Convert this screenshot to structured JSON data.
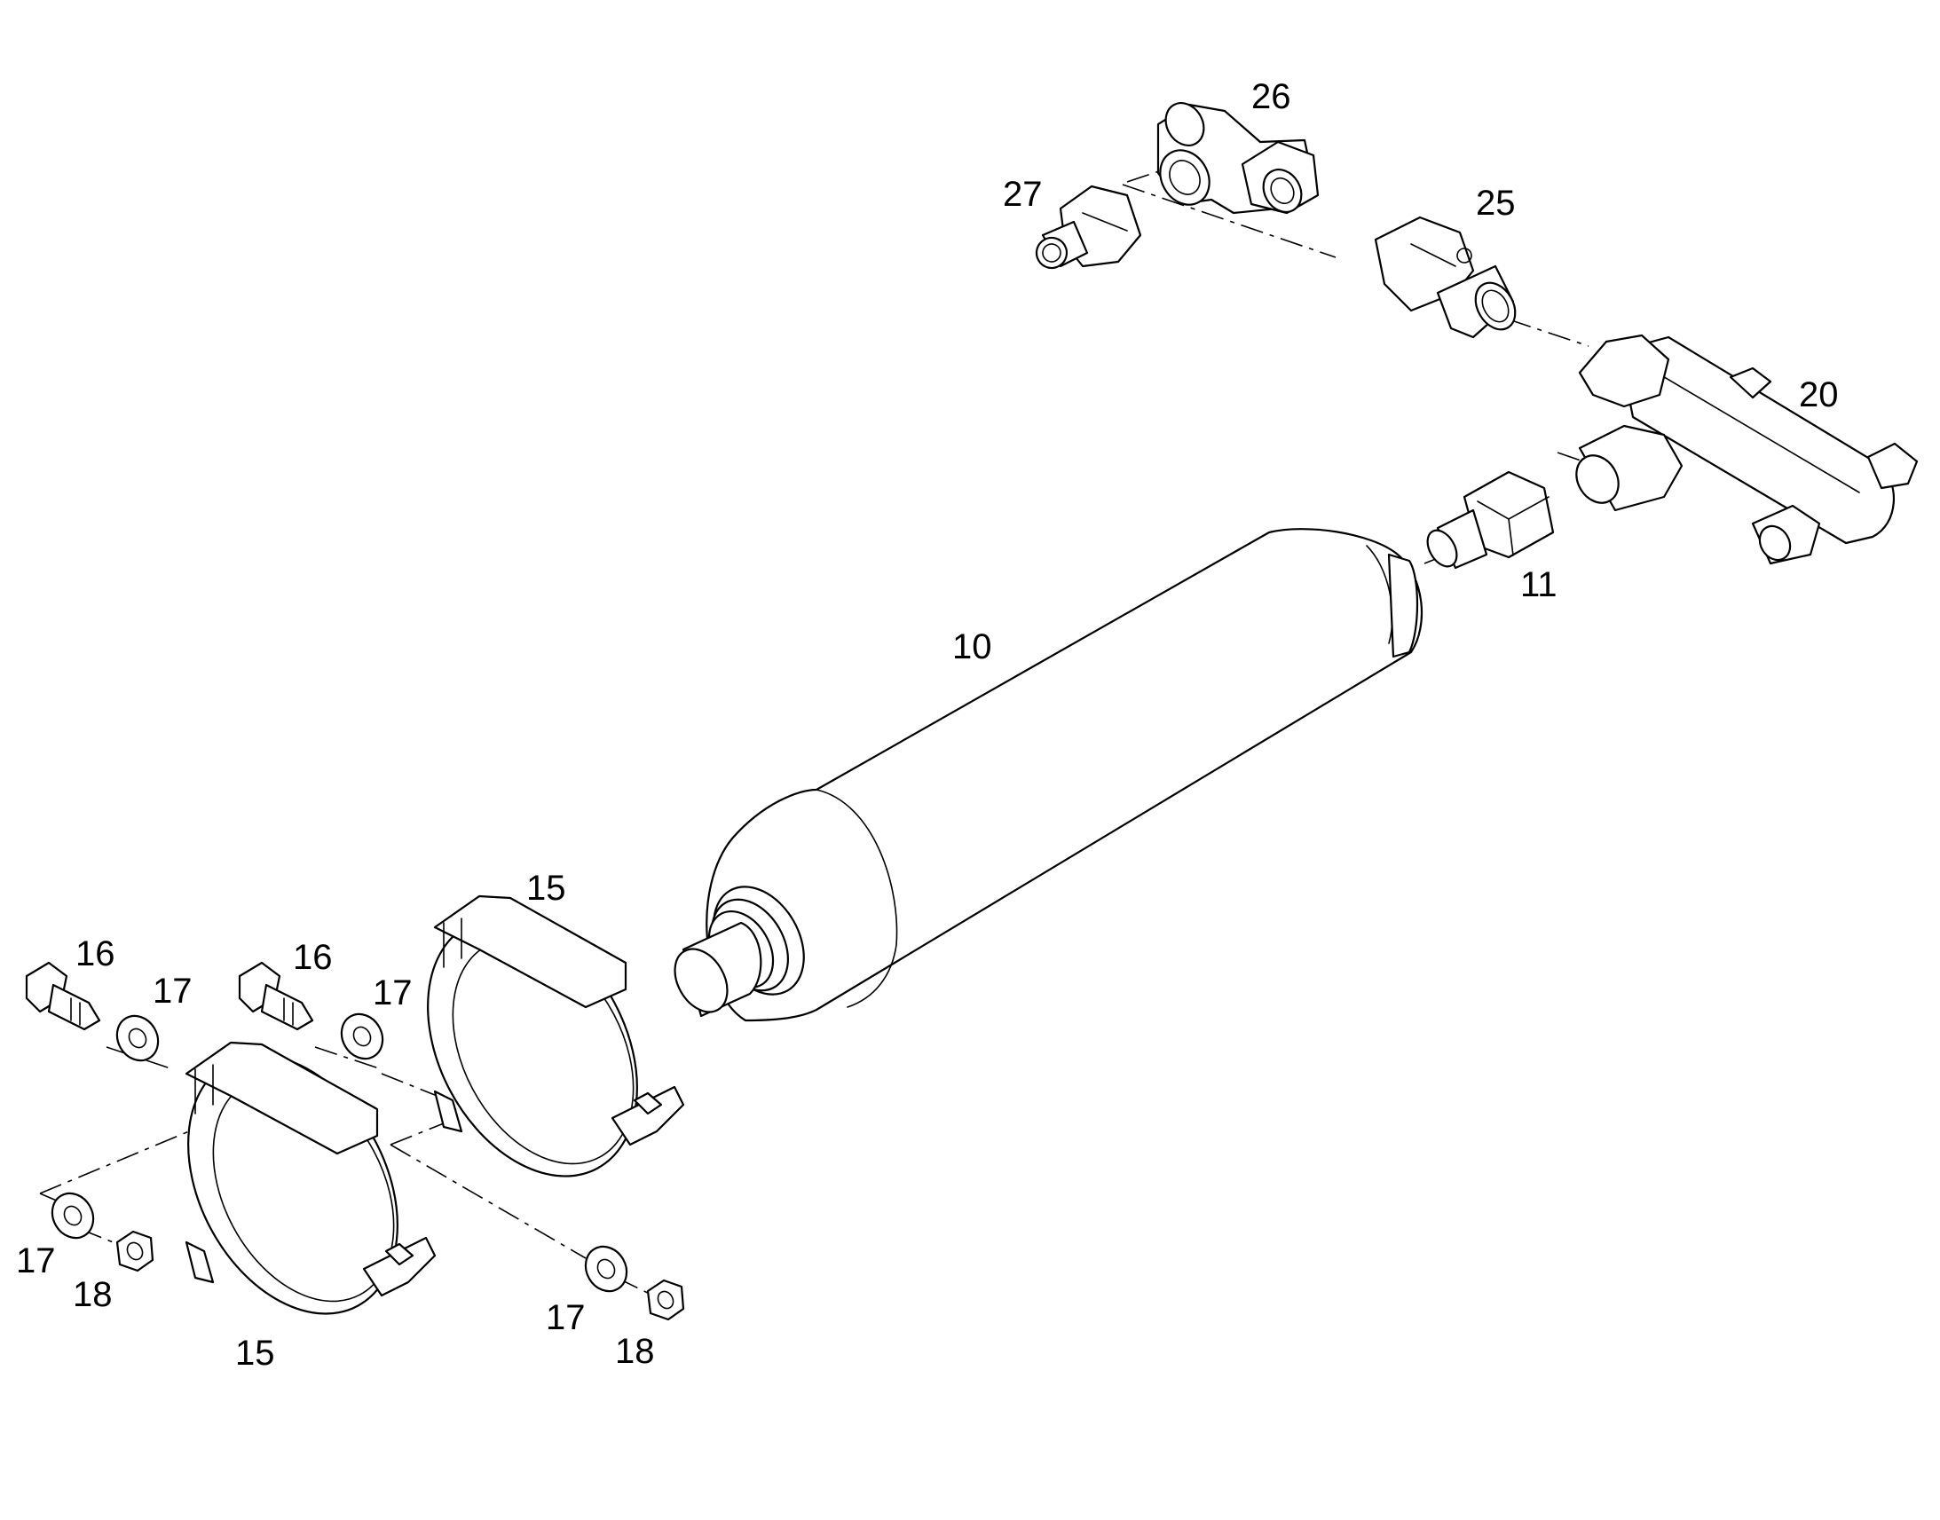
{
  "callouts": {
    "c10": "10",
    "c11": "11",
    "c15_top": "15",
    "c15_bottom": "15",
    "c16_left": "16",
    "c16_mid": "16",
    "c17_upper_left": "17",
    "c17_upper_mid": "17",
    "c17_lower_left": "17",
    "c17_lower_mid": "17",
    "c18_left": "18",
    "c18_mid": "18",
    "c20": "20",
    "c25": "25",
    "c26": "26",
    "c27": "27"
  },
  "colors": {
    "line": "#000000",
    "background": "#ffffff"
  }
}
